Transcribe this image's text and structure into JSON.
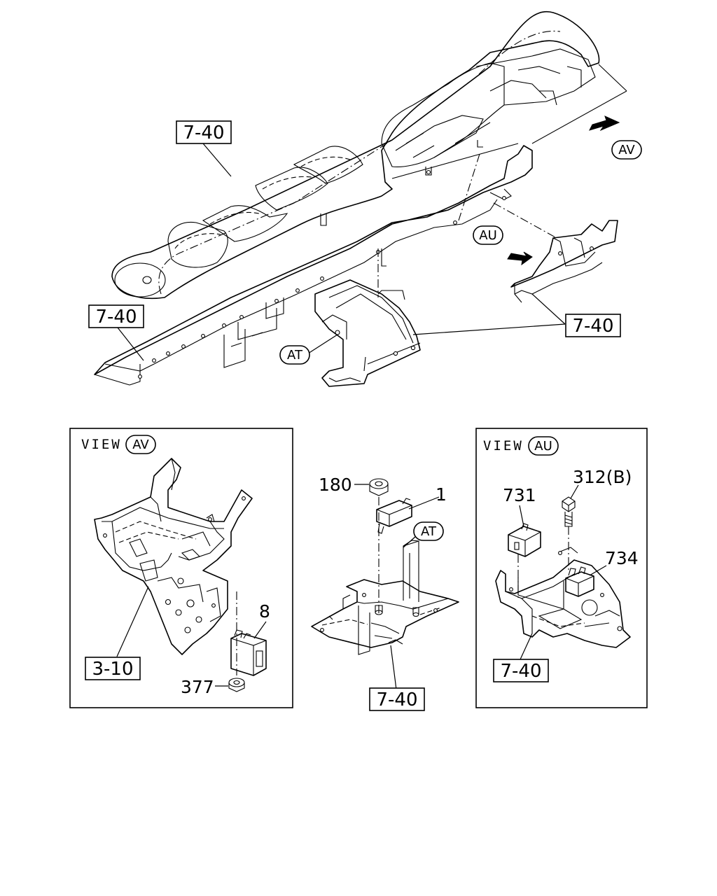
{
  "refs": {
    "r740_top": "7-40",
    "r740_left": "7-40",
    "r740_right": "7-40",
    "r310": "3-10",
    "r740_center": "7-40",
    "r740_au": "7-40"
  },
  "callouts": {
    "av": "AV",
    "au": "AU",
    "at": "AT",
    "at_center": "AT"
  },
  "views": {
    "av_title": "VIEW",
    "av_circle": "AV",
    "au_title": "VIEW",
    "au_circle": "AU"
  },
  "parts": {
    "p8": "8",
    "p377": "377",
    "p180": "180",
    "p1": "1",
    "p731": "731",
    "p312": "312(B)",
    "p734": "734"
  }
}
